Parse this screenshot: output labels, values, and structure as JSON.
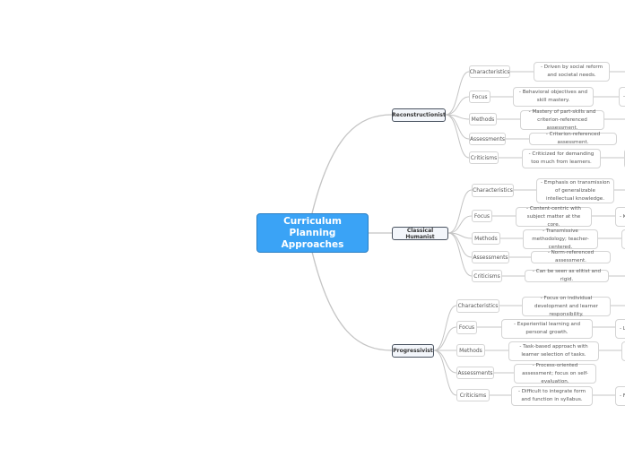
{
  "central": "Curriculum Planning Approaches",
  "branches": [
    {
      "title": "Reconstructionist",
      "items": [
        {
          "label": "Characteristics",
          "detail": "- Driven by social reform and societal needs."
        },
        {
          "label": "Focus",
          "detail": "- Behavioral objectives and skill mastery.",
          "next": "- I"
        },
        {
          "label": "Methods",
          "detail": "- Mastery of part-skills and criterion-referenced assessment."
        },
        {
          "label": "Assessments",
          "detail": "- Criterion-referenced assessment."
        },
        {
          "label": "Criticisms",
          "detail": "- Criticized for demanding too much from learners."
        }
      ]
    },
    {
      "title": "Classical Humanist",
      "items": [
        {
          "label": "Characteristics",
          "detail": "- Emphasis on transmission of generalizable intellectual knowledge."
        },
        {
          "label": "Focus",
          "detail": "- Content-centric with subject matter at the core.",
          "next": "- K"
        },
        {
          "label": "Methods",
          "detail": "- Transmissive methodology; teacher-centered.",
          "next": "-"
        },
        {
          "label": "Assessments",
          "detail": "- Norm-referenced assessment."
        },
        {
          "label": "Criticisms",
          "detail": "- Can be seen as elitist and rigid."
        }
      ]
    },
    {
      "title": "Progressivist",
      "items": [
        {
          "label": "Characteristics",
          "detail": "- Focus on individual development and learner responsibility."
        },
        {
          "label": "Focus",
          "detail": "- Experiential learning and personal growth.",
          "next": "- L"
        },
        {
          "label": "Methods",
          "detail": "- Task-based approach with learner selection of tasks."
        },
        {
          "label": "Assessments",
          "detail": "- Process-oriented assessment; focus on self-evaluation."
        },
        {
          "label": "Criticisms",
          "detail": "- Difficult to integrate form and function in syllabus.",
          "next": "- F of"
        }
      ]
    }
  ]
}
